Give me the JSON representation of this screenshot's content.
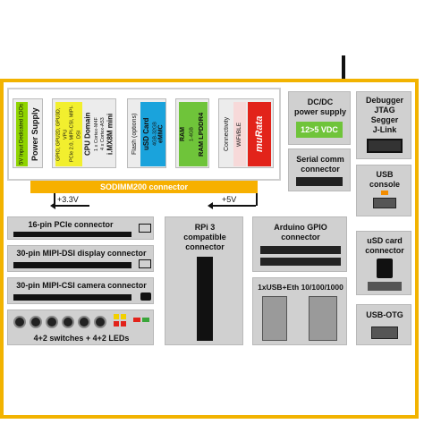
{
  "modules": {
    "power_supply": {
      "title": "Power Supply",
      "sub": "5V Input Dedicated LDOs"
    },
    "cpu": {
      "title": "i.MX8M mini",
      "line1": "4 x Cortex-A53",
      "line2": "1 x Cortex-M4F",
      "domain": "CPU Domain",
      "periph1": "GPIO, GPU2D, GPU3D, VPU",
      "periph2": "PCIe 2.0, MIPI-CSI, MIPI-DSI"
    },
    "flash": {
      "title": "Flash (options)",
      "emmc": "eMMC",
      "emmc_sub": "4GB-32GB",
      "usd": "uSD Card"
    },
    "ram": {
      "title": "RAM LPDDR4",
      "sub": "1-4GB",
      "label": "RAM"
    },
    "connectivity": {
      "title": "Connectivity",
      "wifi": "WiFi/BLE",
      "logo": "muRata"
    }
  },
  "sodimm": {
    "label": "SODIMM200 connector",
    "v33": "+3.3V",
    "v5": "+5V"
  },
  "dcdc": {
    "title_line1": "DC/DC",
    "title_line2": "power supply",
    "badge": "12>5 VDC"
  },
  "serial": {
    "line1": "Serial comm",
    "line2": "connector"
  },
  "debugger": {
    "line1": "Debugger",
    "line2": "JTAG",
    "line3": "Segger",
    "line4": "J-Link"
  },
  "usb_console": {
    "line1": "USB",
    "line2": "console"
  },
  "usd_connector": {
    "line1": "uSD card",
    "line2": "connector"
  },
  "usb_otg": {
    "label": "USB-OTG"
  },
  "pcie": {
    "label": "16-pin PCIe connector"
  },
  "mipi_dsi": {
    "label": "30-pin MIPI-DSI display connector"
  },
  "mipi_csi": {
    "label": "30-pin MIPI-CSI camera connector"
  },
  "switches": {
    "label": "4+2 switches + 4+2 LEDs"
  },
  "rpi": {
    "line1": "RPi 3",
    "line2": "compatible",
    "line3": "connector"
  },
  "arduino": {
    "line1": "Arduino GPIO",
    "line2": "connector"
  },
  "usb_eth": {
    "label": "1xUSB+Eth 10/100/1000"
  },
  "colors": {
    "frame": "#f2b300",
    "sodimm_bar": "#f7b000",
    "power_green": "#8fd400",
    "cpu_yellow": "#f2ef2e",
    "flash_blue": "#1aa3dc",
    "ram_green": "#6fc43a",
    "murata_red": "#e2231a"
  }
}
